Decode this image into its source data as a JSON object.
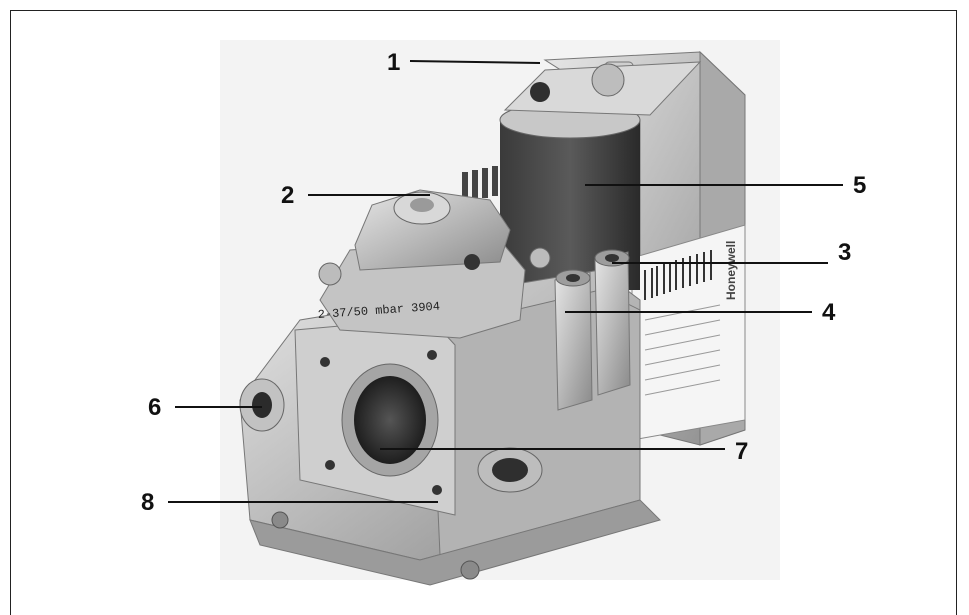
{
  "valve_print": {
    "pressure_marking": "2-37/50 mbar 3904",
    "brand": "Honeywell"
  },
  "callouts": [
    {
      "label": "1"
    },
    {
      "label": "2"
    },
    {
      "label": "3"
    },
    {
      "label": "4"
    },
    {
      "label": "5"
    },
    {
      "label": "6"
    },
    {
      "label": "7"
    },
    {
      "label": "8"
    }
  ]
}
